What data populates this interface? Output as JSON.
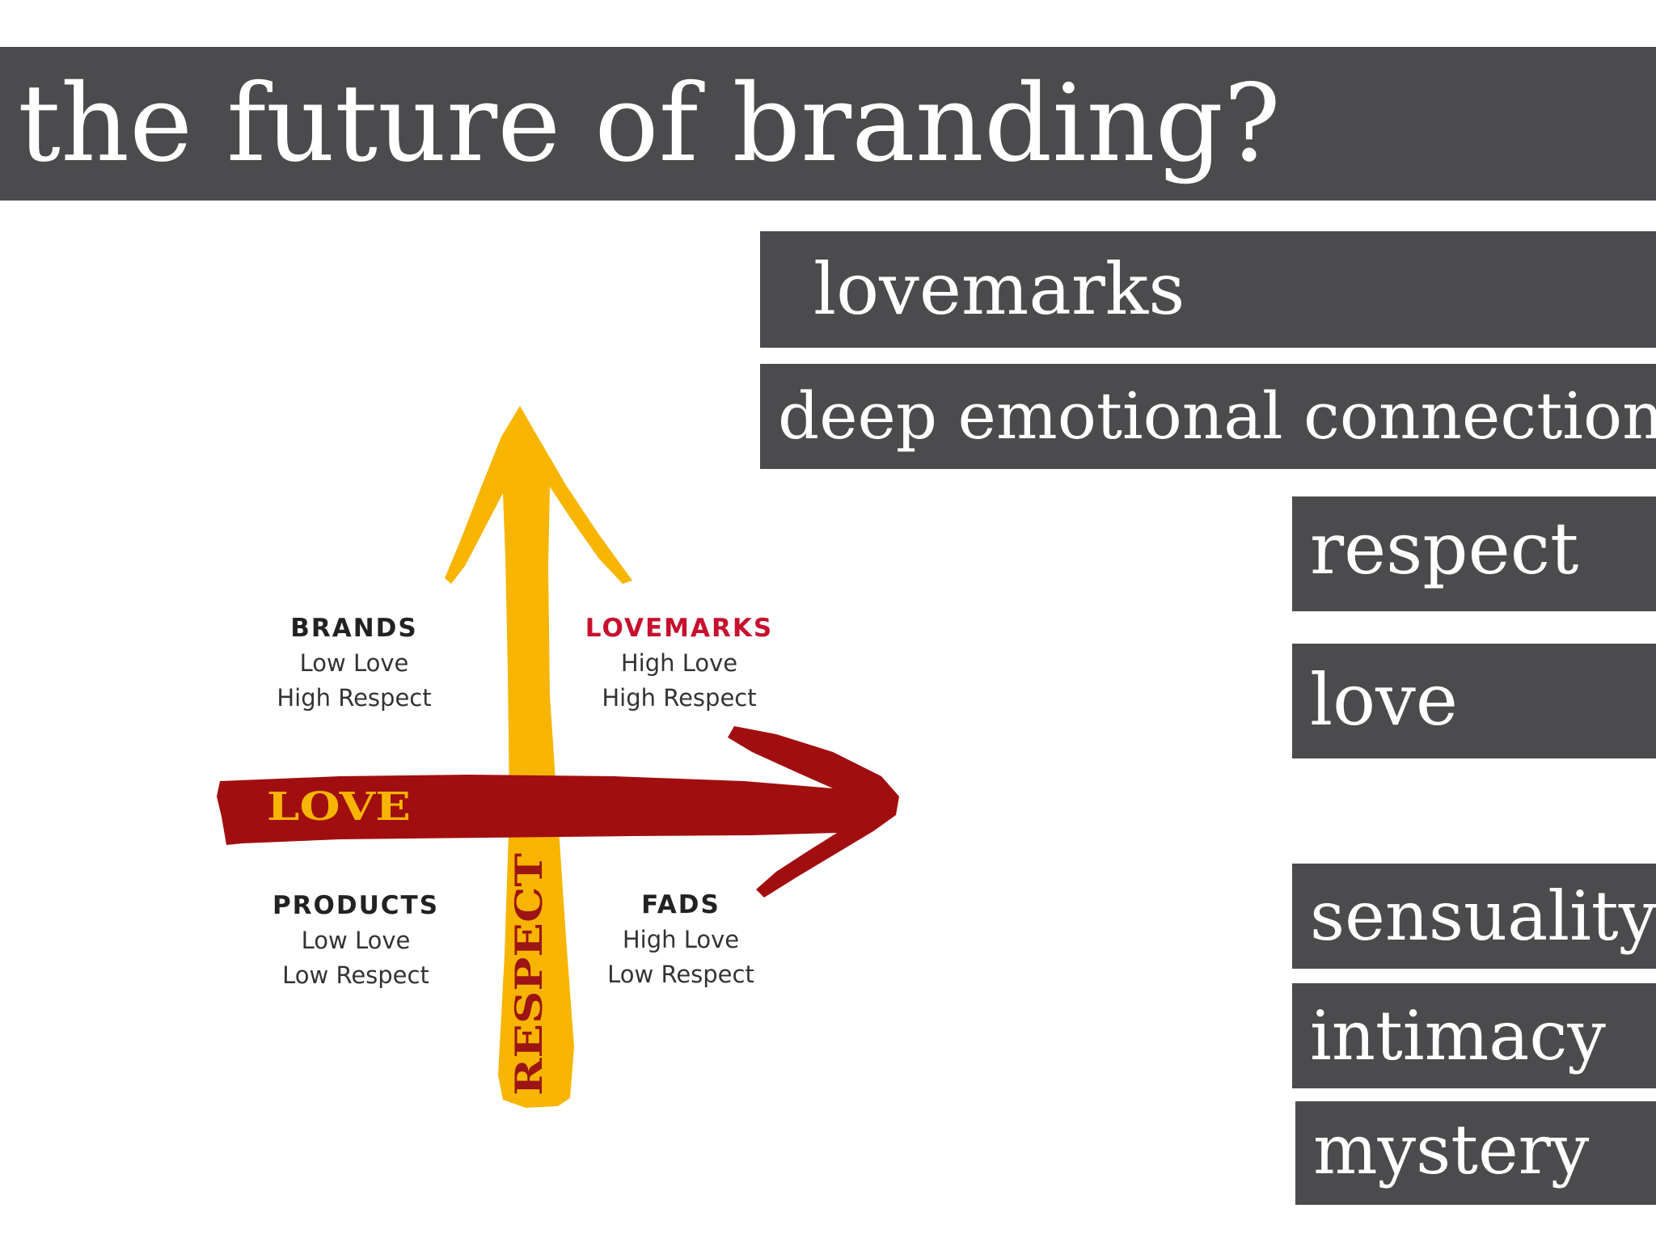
{
  "slide": {
    "title": "the future of branding?"
  },
  "keywords": {
    "lovemarks": "lovemarks",
    "deep_emotional_connection": "deep emotional connection",
    "respect": "respect",
    "love": "love",
    "sensuality": "sensuality",
    "intimacy": "intimacy",
    "mystery": "mystery"
  },
  "diagram": {
    "vertical_axis_label": "RESPECT",
    "horizontal_axis_label": "LOVE",
    "quadrants": {
      "top_left": {
        "heading": "BRANDS",
        "line1": "Low Love",
        "line2": "High Respect"
      },
      "top_right": {
        "heading": "LOVEMARKS",
        "line1": "High Love",
        "line2": "High Respect"
      },
      "bottom_left": {
        "heading": "PRODUCTS",
        "line1": "Low Love",
        "line2": "Low Respect"
      },
      "bottom_right": {
        "heading": "FADS",
        "line1": "High Love",
        "line2": "Low Respect"
      }
    },
    "colors": {
      "respect_arrow": "#f7b500",
      "love_arrow": "#a10e10",
      "love_label": "#f7b500",
      "respect_label": "#9c1414",
      "lovemarks_heading": "#c8102e",
      "heading": "#222222"
    }
  },
  "colors": {
    "bar_background": "#4b4a4c",
    "bar_text": "#ffffff"
  }
}
